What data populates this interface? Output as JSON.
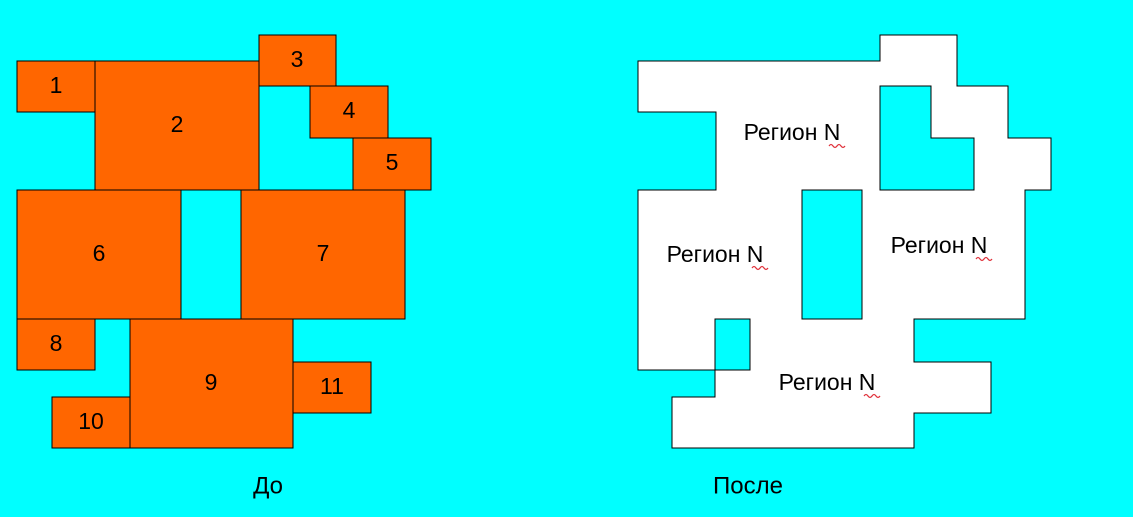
{
  "colors": {
    "background": "#00FFFF",
    "block_fill": "#FF6600",
    "region_fill": "#FFFFFF",
    "stroke": "#000000",
    "squiggle": "#E0303A"
  },
  "before": {
    "caption": "До",
    "blocks": [
      {
        "label": "1"
      },
      {
        "label": "2"
      },
      {
        "label": "3"
      },
      {
        "label": "4"
      },
      {
        "label": "5"
      },
      {
        "label": "6"
      },
      {
        "label": "7"
      },
      {
        "label": "8"
      },
      {
        "label": "9"
      },
      {
        "label": "10"
      },
      {
        "label": "11"
      }
    ]
  },
  "after": {
    "caption": "После",
    "regions": [
      {
        "label": "Регион N"
      },
      {
        "label": "Регион N"
      },
      {
        "label": "Регион N"
      },
      {
        "label": "Регион N"
      }
    ]
  }
}
